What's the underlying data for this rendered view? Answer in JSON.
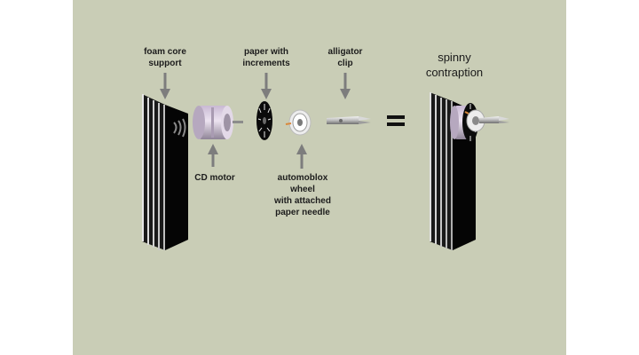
{
  "labels": {
    "foam_core": [
      "foam core",
      "support"
    ],
    "paper_increments": [
      "paper with",
      "increments"
    ],
    "alligator": [
      "alligator",
      "clip"
    ],
    "cd_motor": "CD motor",
    "wheel": [
      "automoblox",
      "wheel",
      "with attached",
      "paper needle"
    ],
    "spinny": [
      "spinny",
      "contraption"
    ],
    "equals": "="
  },
  "colors": {
    "background": "#c9cdb6",
    "arrow": "#7d7d7d",
    "foam": "#0a0a0a"
  }
}
